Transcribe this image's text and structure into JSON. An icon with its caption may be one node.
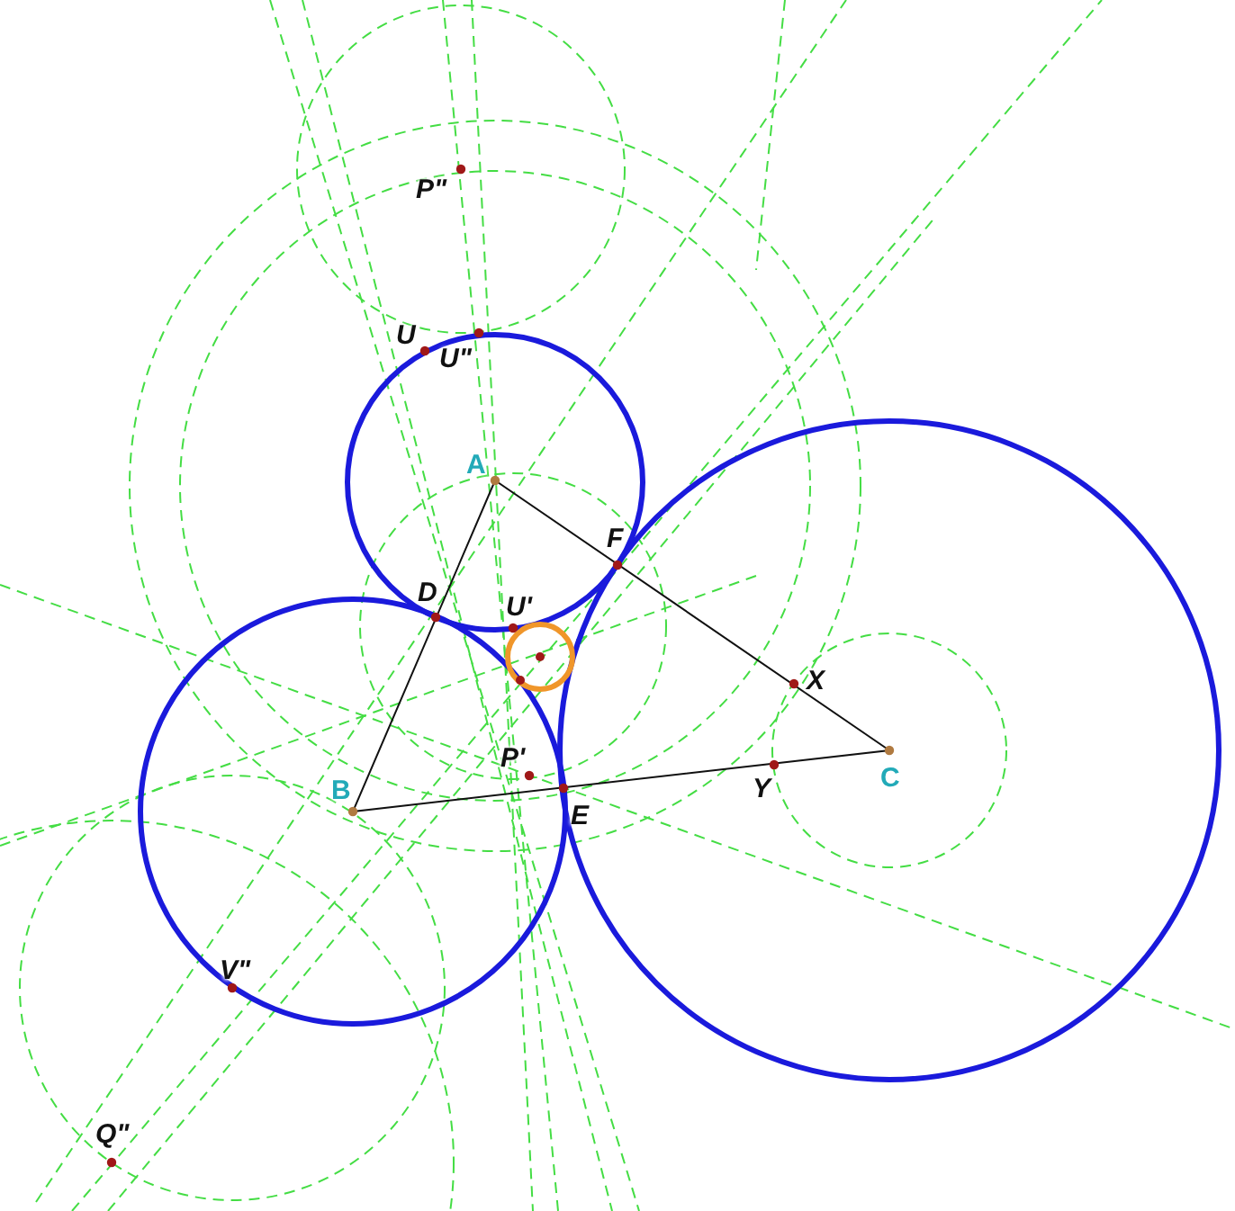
{
  "diagram": {
    "labels": [
      "P\"",
      "U",
      "U\"",
      "A",
      "F",
      "D",
      "U'",
      "X",
      "B",
      "P'",
      "Y",
      "E",
      "C",
      "V\"",
      "Q\""
    ]
  }
}
